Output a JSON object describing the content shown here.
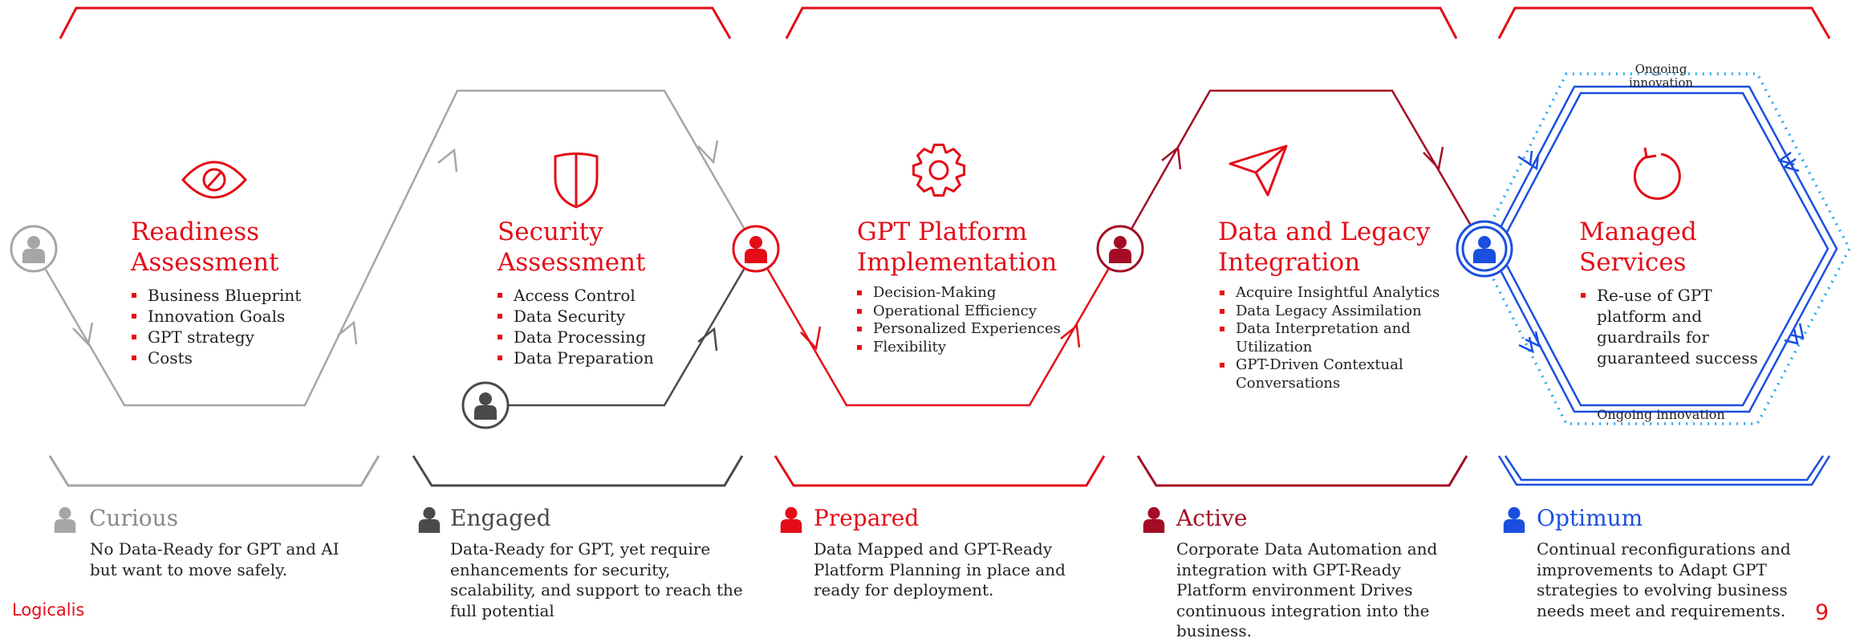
{
  "colors": {
    "red": "#e30d17",
    "dark_red": "#a30d26",
    "grey": "#a6a6a6",
    "dark_grey": "#4a4a4a",
    "blue": "#1a4fe0",
    "light_blue": "#29a8ef",
    "text": "#222222"
  },
  "stages": [
    {
      "title_lines": [
        "Readiness",
        "Assessment"
      ],
      "icon": "eye-slash-icon",
      "bullets": [
        "Business Blueprint",
        "Innovation Goals",
        "GPT strategy",
        "Costs"
      ]
    },
    {
      "title_lines": [
        "Security",
        "Assessment"
      ],
      "icon": "shield-icon",
      "bullets": [
        "Access Control",
        "Data Security",
        "Data Processing",
        "Data Preparation"
      ]
    },
    {
      "title_lines": [
        "GPT Platform",
        "Implementation"
      ],
      "icon": "gear-icon",
      "bullets": [
        "Decision-Making",
        "Operational Efficiency",
        "Personalized Experiences",
        "Flexibility"
      ]
    },
    {
      "title_lines": [
        "Data and Legacy",
        "Integration"
      ],
      "icon": "paper-plane-icon",
      "bullets": [
        "Acquire Insightful Analytics",
        "Data Legacy Assimilation",
        "Data Interpretation and Utilization",
        "GPT-Driven Contextual Conversations"
      ]
    },
    {
      "title_lines": [
        "Managed",
        "Services"
      ],
      "icon": "refresh-cycle-icon",
      "bullets": [
        "Re-use of GPT platform and guardrails for guaranteed success"
      ]
    }
  ],
  "annotations": {
    "top": "Ongoing innovation",
    "bottom": "Ongoing innovation"
  },
  "maturity": [
    {
      "label": "Curious",
      "description": "No Data-Ready for GPT and AI but want to move safely."
    },
    {
      "label": "Engaged",
      "description": "Data-Ready for GPT, yet require enhancements for security, scalability, and support to reach the full potential"
    },
    {
      "label": "Prepared",
      "description": "Data Mapped and GPT-Ready Platform Planning in place and ready for deployment."
    },
    {
      "label": "Active",
      "description": "Corporate Data Automation and integration with GPT-Ready Platform environment Drives continuous integration into the business."
    },
    {
      "label": "Optimum",
      "description": "Continual reconfigurations and improvements to Adapt GPT strategies to evolving business needs meet and requirements."
    }
  ],
  "footer": {
    "brand": "Logicalis",
    "page_number": "9"
  }
}
